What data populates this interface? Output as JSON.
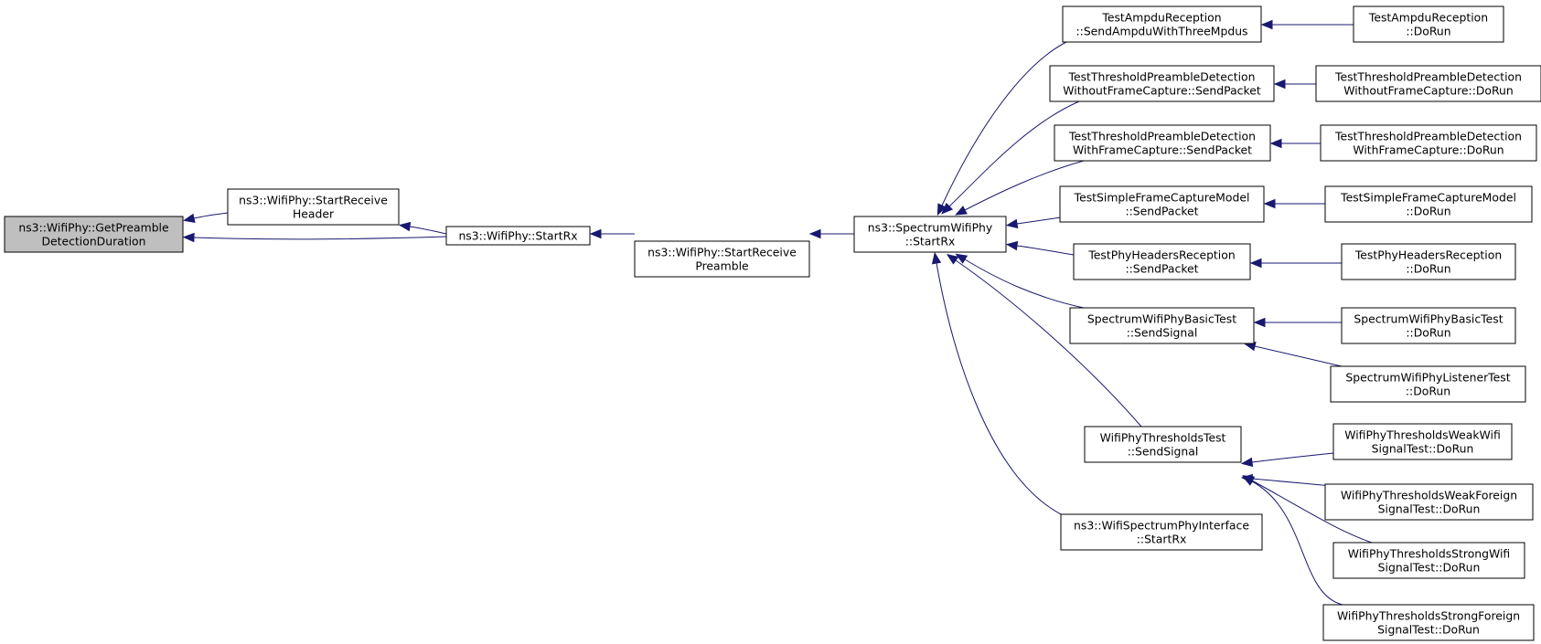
{
  "diagram": {
    "type": "doxygen-caller-graph",
    "colors": {
      "edge": "#191970",
      "focus_fill": "#bfbfbf",
      "node_fill": "#ffffff",
      "node_stroke": "#000000"
    },
    "focus_node": "get_preamble_detection_duration",
    "nodes": [
      {
        "id": "get_preamble_detection_duration",
        "lines": [
          "ns3::WifiPhy::GetPreamble",
          "DetectionDuration"
        ]
      },
      {
        "id": "start_receive_header",
        "lines": [
          "ns3::WifiPhy::StartReceive",
          "Header"
        ]
      },
      {
        "id": "wifi_phy_start_rx",
        "lines": [
          "ns3::WifiPhy::StartRx"
        ]
      },
      {
        "id": "start_receive_preamble",
        "lines": [
          "ns3::WifiPhy::StartReceive",
          "Preamble"
        ]
      },
      {
        "id": "spectrum_wifi_phy_start_rx",
        "lines": [
          "ns3::SpectrumWifiPhy",
          "::StartRx"
        ]
      },
      {
        "id": "ampdu_send_three",
        "lines": [
          "TestAmpduReception",
          "::SendAmpduWithThreeMpdus"
        ]
      },
      {
        "id": "ampdu_dorun",
        "lines": [
          "TestAmpduReception",
          "::DoRun"
        ]
      },
      {
        "id": "tpd_without_send",
        "lines": [
          "TestThresholdPreambleDetection",
          "WithoutFrameCapture::SendPacket"
        ]
      },
      {
        "id": "tpd_without_dorun",
        "lines": [
          "TestThresholdPreambleDetection",
          "WithoutFrameCapture::DoRun"
        ]
      },
      {
        "id": "tpd_with_send",
        "lines": [
          "TestThresholdPreambleDetection",
          "WithFrameCapture::SendPacket"
        ]
      },
      {
        "id": "tpd_with_dorun",
        "lines": [
          "TestThresholdPreambleDetection",
          "WithFrameCapture::DoRun"
        ]
      },
      {
        "id": "sfc_send",
        "lines": [
          "TestSimpleFrameCaptureModel",
          "::SendPacket"
        ]
      },
      {
        "id": "sfc_dorun",
        "lines": [
          "TestSimpleFrameCaptureModel",
          "::DoRun"
        ]
      },
      {
        "id": "phr_send",
        "lines": [
          "TestPhyHeadersReception",
          "::SendPacket"
        ]
      },
      {
        "id": "phr_dorun",
        "lines": [
          "TestPhyHeadersReception",
          "::DoRun"
        ]
      },
      {
        "id": "swpb_send",
        "lines": [
          "SpectrumWifiPhyBasicTest",
          "::SendSignal"
        ]
      },
      {
        "id": "swpb_dorun",
        "lines": [
          "SpectrumWifiPhyBasicTest",
          "::DoRun"
        ]
      },
      {
        "id": "swpl_dorun",
        "lines": [
          "SpectrumWifiPhyListenerTest",
          "::DoRun"
        ]
      },
      {
        "id": "wpt_send",
        "lines": [
          "WifiPhyThresholdsTest",
          "::SendSignal"
        ]
      },
      {
        "id": "wpt_weak_wifi",
        "lines": [
          "WifiPhyThresholdsWeakWifi",
          "SignalTest::DoRun"
        ]
      },
      {
        "id": "wpt_weak_foreign",
        "lines": [
          "WifiPhyThresholdsWeakForeign",
          "SignalTest::DoRun"
        ]
      },
      {
        "id": "wpt_strong_wifi",
        "lines": [
          "WifiPhyThresholdsStrongWifi",
          "SignalTest::DoRun"
        ]
      },
      {
        "id": "wpt_strong_foreign",
        "lines": [
          "WifiPhyThresholdsStrongForeign",
          "SignalTest::DoRun"
        ]
      },
      {
        "id": "wifi_spectrum_phy_iface",
        "lines": [
          "ns3::WifiSpectrumPhyInterface",
          "::StartRx"
        ]
      }
    ],
    "edges": [
      {
        "from": "start_receive_header",
        "to": "get_preamble_detection_duration"
      },
      {
        "from": "wifi_phy_start_rx",
        "to": "get_preamble_detection_duration"
      },
      {
        "from": "wifi_phy_start_rx",
        "to": "start_receive_header"
      },
      {
        "from": "start_receive_preamble",
        "to": "wifi_phy_start_rx"
      },
      {
        "from": "spectrum_wifi_phy_start_rx",
        "to": "start_receive_preamble"
      },
      {
        "from": "ampdu_send_three",
        "to": "spectrum_wifi_phy_start_rx"
      },
      {
        "from": "tpd_without_send",
        "to": "spectrum_wifi_phy_start_rx"
      },
      {
        "from": "tpd_with_send",
        "to": "spectrum_wifi_phy_start_rx"
      },
      {
        "from": "sfc_send",
        "to": "spectrum_wifi_phy_start_rx"
      },
      {
        "from": "phr_send",
        "to": "spectrum_wifi_phy_start_rx"
      },
      {
        "from": "swpb_send",
        "to": "spectrum_wifi_phy_start_rx"
      },
      {
        "from": "wpt_send",
        "to": "spectrum_wifi_phy_start_rx"
      },
      {
        "from": "wifi_spectrum_phy_iface",
        "to": "spectrum_wifi_phy_start_rx"
      },
      {
        "from": "ampdu_dorun",
        "to": "ampdu_send_three"
      },
      {
        "from": "tpd_without_dorun",
        "to": "tpd_without_send"
      },
      {
        "from": "tpd_with_dorun",
        "to": "tpd_with_send"
      },
      {
        "from": "sfc_dorun",
        "to": "sfc_send"
      },
      {
        "from": "phr_dorun",
        "to": "phr_send"
      },
      {
        "from": "swpb_dorun",
        "to": "swpb_send"
      },
      {
        "from": "swpl_dorun",
        "to": "swpb_send"
      },
      {
        "from": "wpt_weak_wifi",
        "to": "wpt_send"
      },
      {
        "from": "wpt_weak_foreign",
        "to": "wpt_send"
      },
      {
        "from": "wpt_strong_wifi",
        "to": "wpt_send"
      },
      {
        "from": "wpt_strong_foreign",
        "to": "wpt_send"
      }
    ]
  }
}
